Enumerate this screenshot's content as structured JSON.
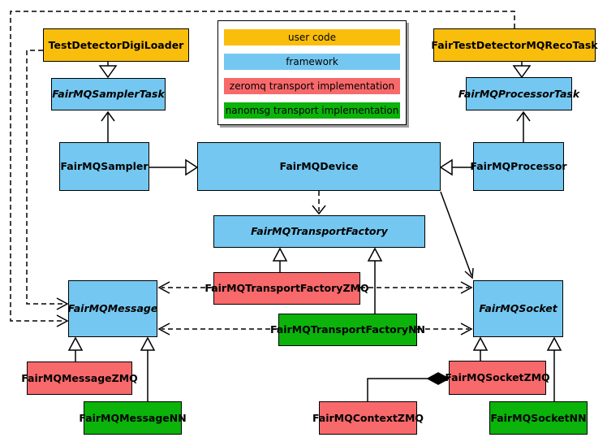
{
  "palette": {
    "user_code": "#F9BE0B",
    "framework": "#74C7F0",
    "zeromq": "#F8696B",
    "nanomsg": "#0BB30B",
    "line": "#000000"
  },
  "legend": {
    "items": [
      {
        "label": "user code",
        "color_key": "user_code"
      },
      {
        "label": "framework",
        "color_key": "framework"
      },
      {
        "label": "zeromq transport implementation",
        "color_key": "zeromq"
      },
      {
        "label": "nanomsg transport implementation",
        "color_key": "nanomsg"
      }
    ]
  },
  "nodes": {
    "test_detector_digi_loader": {
      "label": "TestDetectorDigiLoader",
      "category": "user code"
    },
    "fair_test_detector_mq_reco_task": {
      "label": "FairTestDetectorMQRecoTask",
      "category": "user code"
    },
    "fair_mq_sampler_task": {
      "label": "FairMQSamplerTask",
      "category": "framework",
      "abstract": true
    },
    "fair_mq_processor_task": {
      "label": "FairMQProcessorTask",
      "category": "framework",
      "abstract": true
    },
    "fair_mq_sampler": {
      "label": "FairMQSampler",
      "category": "framework"
    },
    "fair_mq_device": {
      "label": "FairMQDevice",
      "category": "framework"
    },
    "fair_mq_processor": {
      "label": "FairMQProcessor",
      "category": "framework"
    },
    "fair_mq_transport_factory": {
      "label": "FairMQTransportFactory",
      "category": "framework",
      "abstract": true
    },
    "fair_mq_transport_factory_zmq": {
      "label": "FairMQTransportFactoryZMQ",
      "category": "zeromq"
    },
    "fair_mq_transport_factory_nn": {
      "label": "FairMQTransportFactoryNN",
      "category": "nanomsg"
    },
    "fair_mq_message": {
      "label": "FairMQMessage",
      "category": "framework",
      "abstract": true
    },
    "fair_mq_socket": {
      "label": "FairMQSocket",
      "category": "framework",
      "abstract": true
    },
    "fair_mq_message_zmq": {
      "label": "FairMQMessageZMQ",
      "category": "zeromq"
    },
    "fair_mq_message_nn": {
      "label": "FairMQMessageNN",
      "category": "nanomsg"
    },
    "fair_mq_context_zmq": {
      "label": "FairMQContextZMQ",
      "category": "zeromq"
    },
    "fair_mq_socket_zmq": {
      "label": "FairMQSocketZMQ",
      "category": "zeromq"
    },
    "fair_mq_socket_nn": {
      "label": "FairMQSocketNN",
      "category": "nanomsg"
    }
  }
}
